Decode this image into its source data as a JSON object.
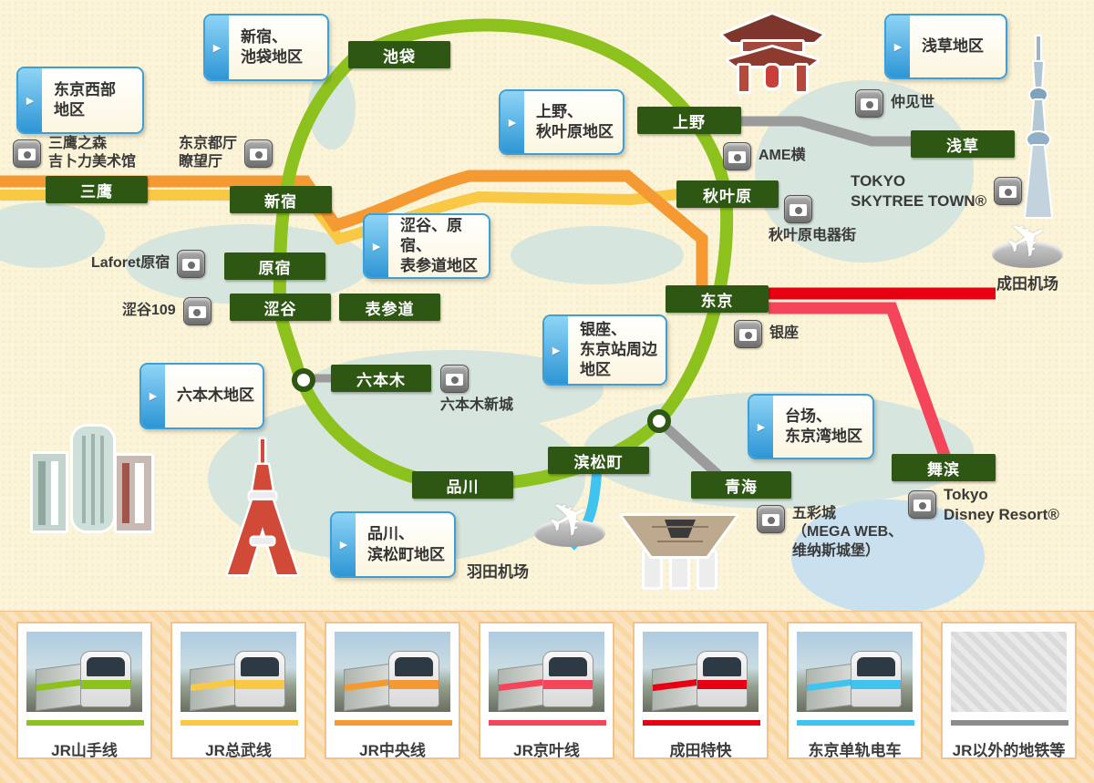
{
  "map": {
    "areas": [
      {
        "id": "tokyo-west",
        "label": "东京西部\n地区"
      },
      {
        "id": "shinjuku-ikebukuro",
        "label": "新宿、\n池袋地区"
      },
      {
        "id": "ueno-akihabara",
        "label": "上野、\n秋叶原地区"
      },
      {
        "id": "asakusa",
        "label": "浅草地区"
      },
      {
        "id": "shibuya-harajuku-omotesando",
        "label": "涩谷、原宿、\n表参道地区"
      },
      {
        "id": "ginza-tokyo-station",
        "label": "银座、\n东京站周边\n地区"
      },
      {
        "id": "roppongi",
        "label": "六本木地区"
      },
      {
        "id": "odaiba-tokyo-bay",
        "label": "台场、\n东京湾地区"
      },
      {
        "id": "shinagawa-hamamatsucho",
        "label": "品川、\n滨松町地区"
      }
    ],
    "stations": [
      "三鹰",
      "新宿",
      "池袋",
      "上野",
      "浅草",
      "秋叶原",
      "东京",
      "原宿",
      "涩谷",
      "表参道",
      "六本木",
      "品川",
      "滨松町",
      "青海",
      "舞滨"
    ],
    "landmarks": [
      {
        "id": "ghibli-museum",
        "label": "三鹰之森\n吉卜力美术馆"
      },
      {
        "id": "tocho-observatory",
        "label": "东京都厅\n瞭望厅"
      },
      {
        "id": "laforet-harajuku",
        "label": "Laforet原宿"
      },
      {
        "id": "shibuya-109",
        "label": "涩谷109"
      },
      {
        "id": "ameyoko",
        "label": "AME横"
      },
      {
        "id": "akihabara-electric-town",
        "label": "秋叶原电器街"
      },
      {
        "id": "nakamise",
        "label": "仲见世"
      },
      {
        "id": "tokyo-skytree-town",
        "label": "TOKYO\nSKYTREE TOWN®"
      },
      {
        "id": "ginza",
        "label": "银座"
      },
      {
        "id": "roppongi-hills",
        "label": "六本木新城"
      },
      {
        "id": "palette-town",
        "label": "五彩城\n（MEGA WEB、\n维纳斯城堡）"
      },
      {
        "id": "tokyo-disney-resort",
        "label": "Tokyo\nDisney Resort®"
      }
    ],
    "airports": [
      {
        "id": "narita",
        "label": "成田机场"
      },
      {
        "id": "haneda",
        "label": "羽田机场"
      }
    ]
  },
  "colors": {
    "yamanote": "#8DC21E",
    "chuo": "#F59A33",
    "sobu": "#F9C845",
    "keiyo": "#F5455A",
    "narita-express": "#E60012",
    "monorail": "#41C3F0",
    "other-rail": "#9B9B9B",
    "station-box": "#2D5713"
  },
  "legend": {
    "items": [
      {
        "label": "JR山手线",
        "color": "#8DC21E",
        "photo": "train"
      },
      {
        "label": "JR总武线",
        "color": "#F9C845",
        "photo": "train"
      },
      {
        "label": "JR中央线",
        "color": "#F59A33",
        "photo": "train"
      },
      {
        "label": "JR京叶线",
        "color": "#F5455A",
        "photo": "train"
      },
      {
        "label": "成田特快",
        "color": "#E60012",
        "photo": "train"
      },
      {
        "label": "东京单轨电车",
        "color": "#41C3F0",
        "photo": "train"
      },
      {
        "label": "JR以外的地铁等",
        "color": "#8C8C8C",
        "photo": "placeholder"
      }
    ]
  }
}
